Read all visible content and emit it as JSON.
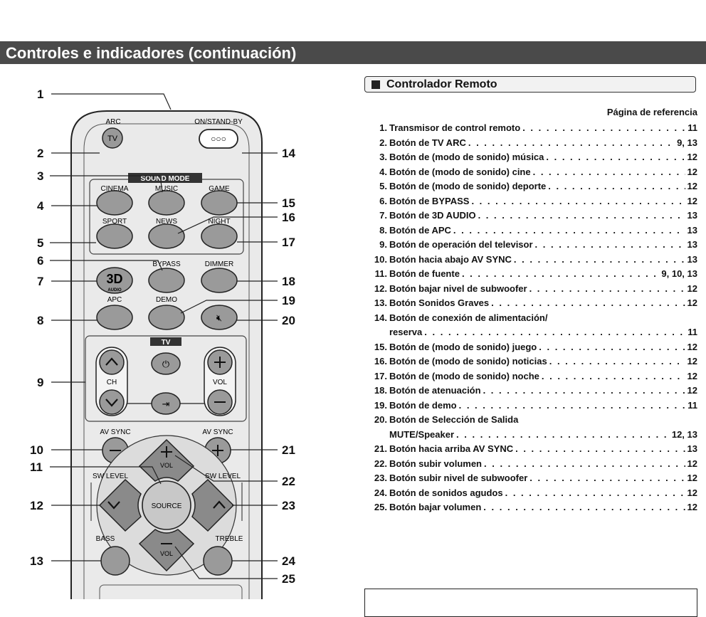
{
  "header": {
    "title": "Controles e indicadores (continuación)"
  },
  "section": {
    "title": "Controlador Remoto",
    "ref_heading": "Página de referencia"
  },
  "items": [
    {
      "num": "1.",
      "label": "Transmisor de control remoto",
      "pages": "11"
    },
    {
      "num": "2.",
      "label": "Botón de TV ARC",
      "pages": "9, 13"
    },
    {
      "num": "3.",
      "label": "Botón de (modo de sonido) música",
      "pages": "12"
    },
    {
      "num": "4.",
      "label": "Botón de (modo de sonido) cine",
      "pages": "12"
    },
    {
      "num": "5.",
      "label": "Botón de (modo de sonido) deporte",
      "pages": "12"
    },
    {
      "num": "6.",
      "label": "Botón de BYPASS",
      "pages": "12"
    },
    {
      "num": "7.",
      "label": "Botón de 3D AUDIO",
      "pages": "13"
    },
    {
      "num": "8.",
      "label": "Botón de APC",
      "pages": "13"
    },
    {
      "num": "9.",
      "label": "Botón de operación del televisor",
      "pages": "13"
    },
    {
      "num": "10.",
      "label": "Botón hacia abajo AV SYNC",
      "pages": "13"
    },
    {
      "num": "11.",
      "label": "Botón de fuente",
      "pages": "9, 10, 13"
    },
    {
      "num": "12.",
      "label": "Botón bajar nivel de subwoofer",
      "pages": "12"
    },
    {
      "num": "13.",
      "label": "Botón Sonidos Graves",
      "pages": "12"
    },
    {
      "num": "14.",
      "label": "Botón de conexión de alimentación/",
      "label2": "reserva",
      "pages": "11"
    },
    {
      "num": "15.",
      "label": "Botón de (modo de sonido) juego",
      "pages": "12"
    },
    {
      "num": "16.",
      "label": "Botón de (modo de sonido) noticias",
      "pages": "12"
    },
    {
      "num": "17.",
      "label": "Botón de (modo de sonido) noche",
      "pages": "12"
    },
    {
      "num": "18.",
      "label": "Botón de atenuación",
      "pages": "12"
    },
    {
      "num": "19.",
      "label": "Botón de demo",
      "pages": "11"
    },
    {
      "num": "20.",
      "label": "Botón de Selección de Salida",
      "label2": "MUTE/Speaker",
      "pages": "12, 13"
    },
    {
      "num": "21.",
      "label": "Botón hacia arriba AV SYNC",
      "pages": "13"
    },
    {
      "num": "22.",
      "label": "Botón subir volumen",
      "pages": "12"
    },
    {
      "num": "23.",
      "label": "Botón subir nivel de subwoofer",
      "pages": "12"
    },
    {
      "num": "24.",
      "label": "Botón de sonidos agudos",
      "pages": "12"
    },
    {
      "num": "25.",
      "label": "Botón bajar volumen",
      "pages": "12"
    }
  ],
  "remote": {
    "callouts": [
      "1",
      "2",
      "3",
      "4",
      "5",
      "6",
      "7",
      "8",
      "9",
      "10",
      "11",
      "12",
      "13",
      "14",
      "15",
      "16",
      "17",
      "18",
      "19",
      "20",
      "21",
      "22",
      "23",
      "24",
      "25"
    ],
    "labels": {
      "arc": "ARC",
      "tv": "TV",
      "on_standby": "ON/STAND-BY",
      "sound_mode": "SOUND MODE",
      "cinema": "CINEMA",
      "music": "MUSIC",
      "game": "GAME",
      "sport": "SPORT",
      "news": "NEWS",
      "night": "NIGHT",
      "bypass": "BYPASS",
      "dimmer": "DIMMER",
      "three_d": "3D",
      "audio": "AUDIO",
      "apc": "APC",
      "demo": "DEMO",
      "tv_section": "TV",
      "ch": "CH",
      "vol": "VOL",
      "av_sync_left": "AV SYNC",
      "av_sync_right": "AV SYNC",
      "sw_level_left": "SW LEVEL",
      "sw_level_right": "SW LEVEL",
      "vol_up": "VOL",
      "vol_down": "VOL",
      "source": "SOURCE",
      "bass": "BASS",
      "treble": "TREBLE"
    }
  }
}
